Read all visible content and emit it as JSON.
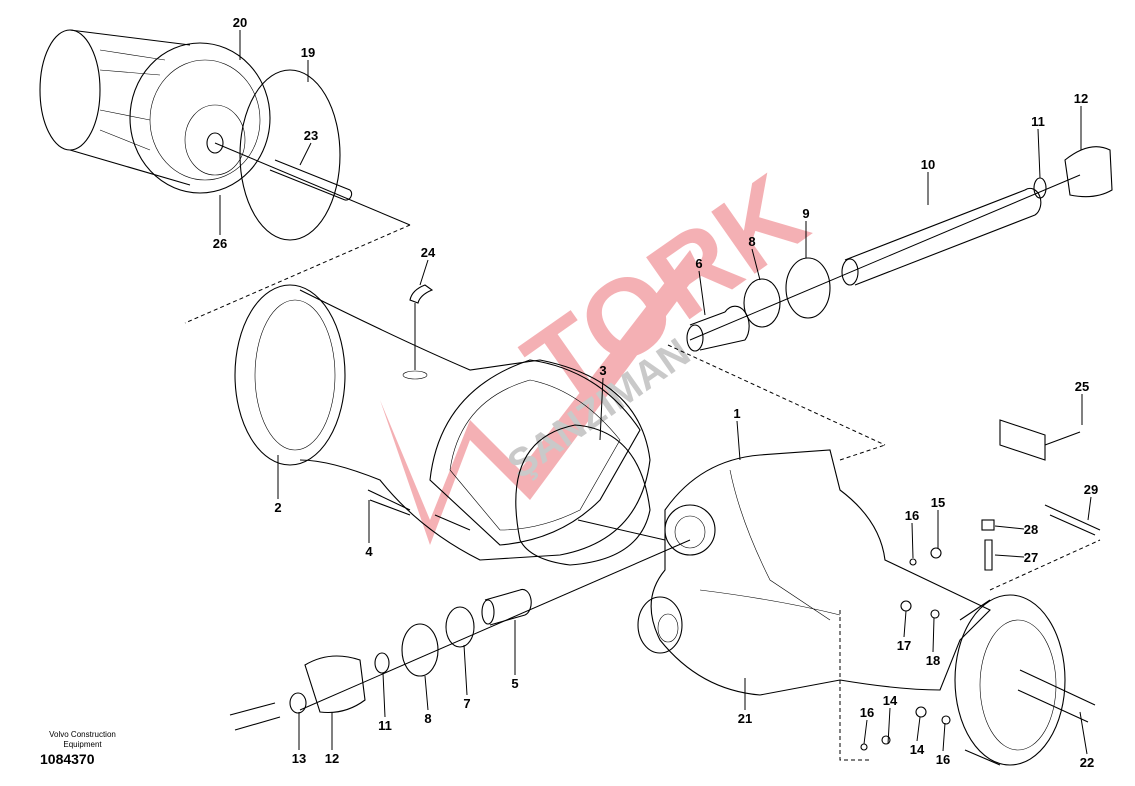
{
  "diagram": {
    "title": "Axle housing exploded view",
    "callouts": [
      "20",
      "19",
      "23",
      "26",
      "24",
      "10",
      "11",
      "12",
      "9",
      "8",
      "6",
      "3",
      "1",
      "25",
      "2",
      "4",
      "16",
      "15",
      "28",
      "27",
      "29",
      "17",
      "18",
      "5",
      "7",
      "8",
      "11",
      "12",
      "13",
      "21",
      "14",
      "16",
      "14",
      "16",
      "22"
    ]
  },
  "watermark": {
    "brand": "TORK",
    "sub": "ŞANZIMAN",
    "color": "#e8525a"
  },
  "footer": {
    "company_line1": "Volvo Construction",
    "company_line2": "Equipment",
    "doc_number": "1084370"
  }
}
